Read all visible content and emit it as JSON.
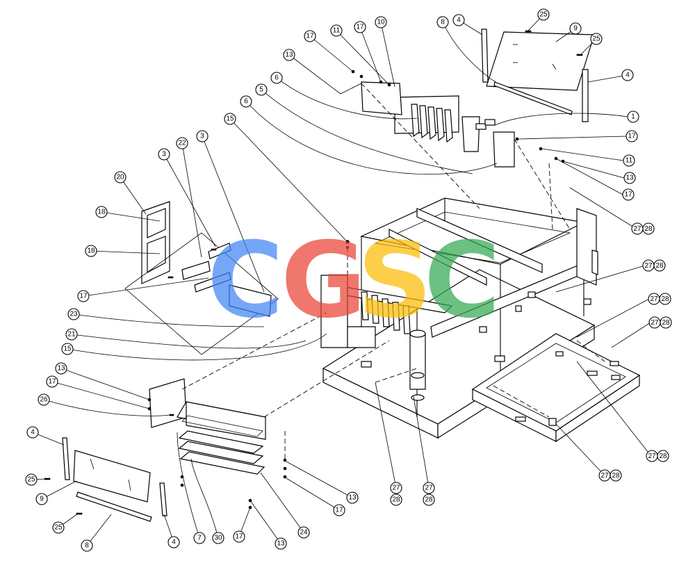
{
  "watermark": {
    "letters": [
      "C",
      "G",
      "S",
      "C"
    ],
    "colors": [
      "#4285f4",
      "#ea4335",
      "#fbbc05",
      "#34a853"
    ]
  },
  "callouts": [
    {
      "label": "25"
    },
    {
      "label": "9"
    },
    {
      "label": "25"
    },
    {
      "label": "4"
    },
    {
      "label": "8"
    },
    {
      "label": "4"
    },
    {
      "label": "10"
    },
    {
      "label": "17"
    },
    {
      "label": "11"
    },
    {
      "label": "17"
    },
    {
      "label": "13"
    },
    {
      "label": "6"
    },
    {
      "label": "5"
    },
    {
      "label": "6"
    },
    {
      "label": "15"
    },
    {
      "label": "1"
    },
    {
      "label": "17"
    },
    {
      "label": "11"
    },
    {
      "label": "13"
    },
    {
      "label": "17"
    },
    {
      "label": "27/28"
    },
    {
      "label": "27/28"
    },
    {
      "label": "27/28"
    },
    {
      "label": "27/28"
    },
    {
      "label": "3"
    },
    {
      "label": "22"
    },
    {
      "label": "3"
    },
    {
      "label": "20"
    },
    {
      "label": "18"
    },
    {
      "label": "18"
    },
    {
      "label": "17"
    },
    {
      "label": "23"
    },
    {
      "label": "21"
    },
    {
      "label": "15"
    },
    {
      "label": "13"
    },
    {
      "label": "17"
    },
    {
      "label": "26"
    },
    {
      "label": "4"
    },
    {
      "label": "25"
    },
    {
      "label": "9"
    },
    {
      "label": "25"
    },
    {
      "label": "8"
    },
    {
      "label": "4"
    },
    {
      "label": "7"
    },
    {
      "label": "30"
    },
    {
      "label": "17"
    },
    {
      "label": "13"
    },
    {
      "label": "24"
    },
    {
      "label": "13"
    },
    {
      "label": "17"
    },
    {
      "label": "27"
    },
    {
      "label": "28"
    },
    {
      "label": "27"
    },
    {
      "label": "28"
    },
    {
      "label": "27/28"
    },
    {
      "label": "27/28"
    }
  ]
}
